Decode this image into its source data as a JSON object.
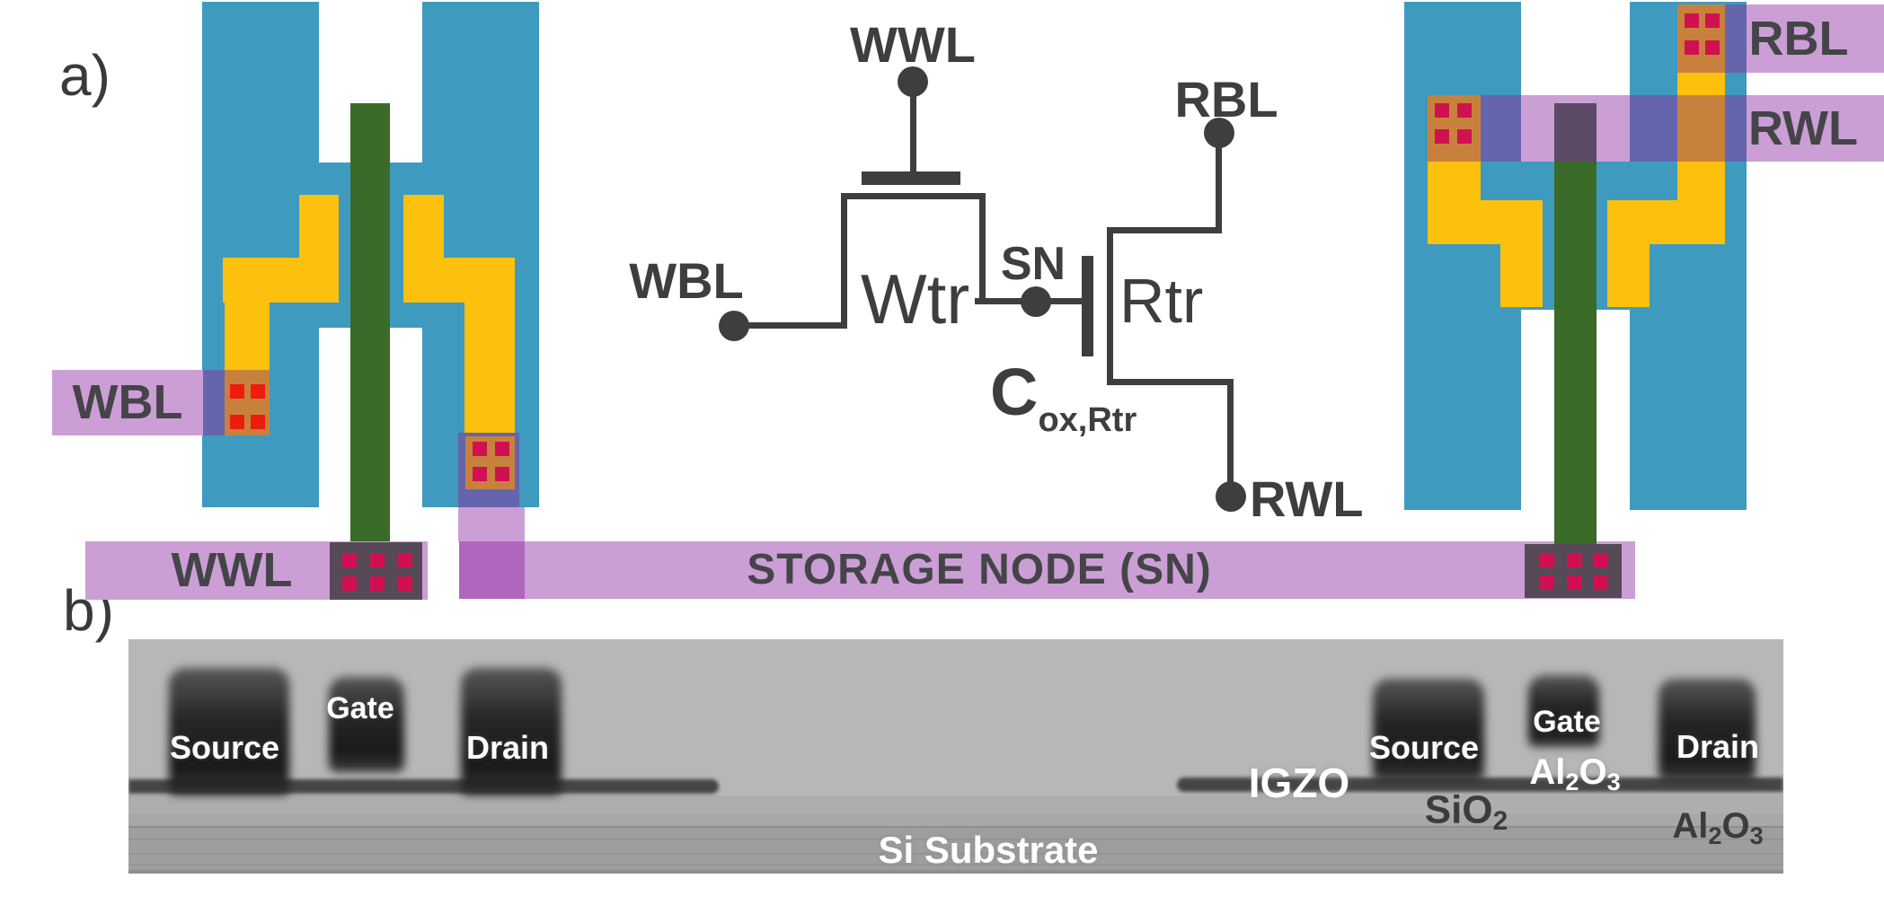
{
  "colors": {
    "blue": "#3F9AC0",
    "green": "#3A6B28",
    "yellow": "#FCC10C",
    "band": "#CB9FD5",
    "banddark": "#B166BE",
    "slate": "#6565AE",
    "orange": "#C8813D",
    "red": "#EE1C0E",
    "crimson": "#D01050",
    "contactdark": "#574A58",
    "greencap": "#5D4A66",
    "ink": "#3E3D40",
    "tembg": "#B7B7B7"
  },
  "panels": {
    "a": "a)",
    "b": "b)"
  },
  "layout": {
    "wbl_label": "WBL",
    "wwl_label": "WWL",
    "rbl_label": "RBL",
    "rwl_label": "RWL",
    "storage_label": "STORAGE NODE (SN)"
  },
  "schematic": {
    "wwl": "WWL",
    "wbl": "WBL",
    "rbl": "RBL",
    "rwl": "RWL",
    "sn": "SN",
    "wtr": "Wtr",
    "rtr": "Rtr",
    "cap_main": "C",
    "cap_sub": "ox,Rtr"
  },
  "tem": {
    "left": {
      "source": "Source",
      "gate": "Gate",
      "drain": "Drain"
    },
    "right": {
      "source": "Source",
      "gate": "Gate",
      "drain": "Drain",
      "igzo": "IGZO",
      "gate_ox": {
        "m1": "Al",
        "s1": "2",
        "m2": "O",
        "s2": "3"
      },
      "sio2": {
        "m1": "SiO",
        "s1": "2"
      },
      "al2o3": {
        "m1": "Al",
        "s1": "2",
        "m2": "O",
        "s2": "3"
      }
    },
    "substrate": "Si Substrate"
  }
}
